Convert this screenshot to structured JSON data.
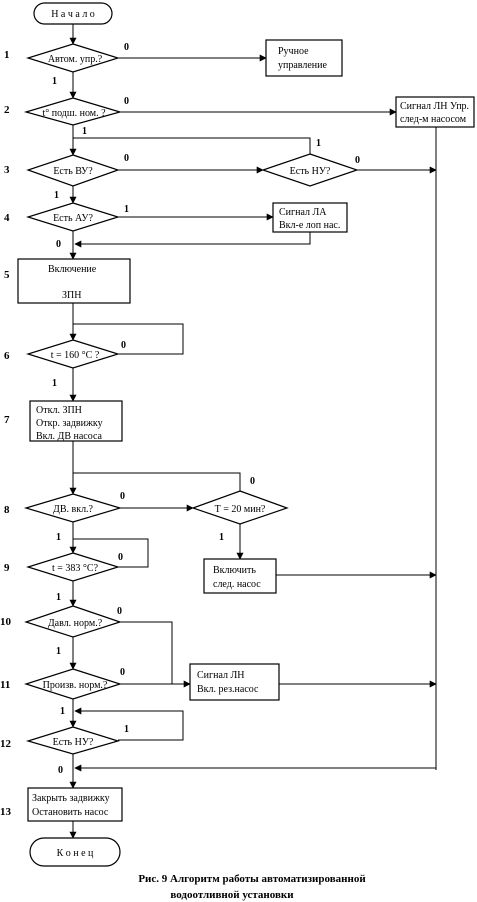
{
  "start_label": "Н а ч а л о",
  "end_label": "К о н е ц",
  "step_numbers": [
    "1",
    "2",
    "3",
    "4",
    "5",
    "6",
    "7",
    "8",
    "9",
    "10",
    "11",
    "12",
    "13"
  ],
  "blocks": {
    "auto_control": "Автом. упр.?",
    "manual_control": [
      "Ручное",
      "управление"
    ],
    "bearing_temp": "t° подш. ном. ?",
    "signal_next_pump": [
      "Сигнал ЛН Упр.",
      "след-м насосом"
    ],
    "is_vu": "Есть ВУ?",
    "is_nu_top": "Есть НУ?",
    "is_au": "Есть АУ?",
    "signal_la": [
      "Сигнал    ЛА",
      "Вкл-е лоп нас."
    ],
    "switch_on": [
      "Включение",
      "ЗПН"
    ],
    "temp_160": "t = 160 °С ?",
    "ops_block": [
      "Откл. ЗПН",
      "Откр. задвижку",
      "Вкл. ДВ насоса"
    ],
    "motor_on": "ДВ. вкл.?",
    "timer_20": "Т = 20 мин?",
    "switch_next_pump": [
      "Включить",
      "след. насос"
    ],
    "temp_383": "t = 383 °С?",
    "pressure_norm": "Давл. норм.?",
    "productivity_norm": "Произв. норм.?",
    "signal_reserve": [
      "Сигнал  ЛН",
      "Вкл. рез.насос"
    ],
    "is_nu_bottom": "Есть НУ?",
    "close_block": [
      "Закрыть задвижку",
      "Остановить насос"
    ]
  },
  "branch_labels": {
    "b1_no": "0",
    "b1_yes": "1",
    "b2_no": "0",
    "b2_yes": "1",
    "b3_no": "0",
    "b3_yes": "1",
    "nu_top_yes": "1",
    "nu_top_no": "0",
    "b4_yes": "1",
    "b4_no": "0",
    "b6_loop": "0",
    "b6_yes": "1",
    "b8_no": "0",
    "b8_yes": "1",
    "timer_loop": "0",
    "timer_yes": "1",
    "b9_loop": "0",
    "b9_yes": "1",
    "b10_no": "0",
    "b10_yes": "1",
    "b11_no": "0",
    "b11_yes": "1",
    "b12_loop": "1",
    "b12_no": "0"
  },
  "caption": [
    "Рис. 9 Алгоритм работы автоматизированной",
    "водоотливной установки"
  ]
}
